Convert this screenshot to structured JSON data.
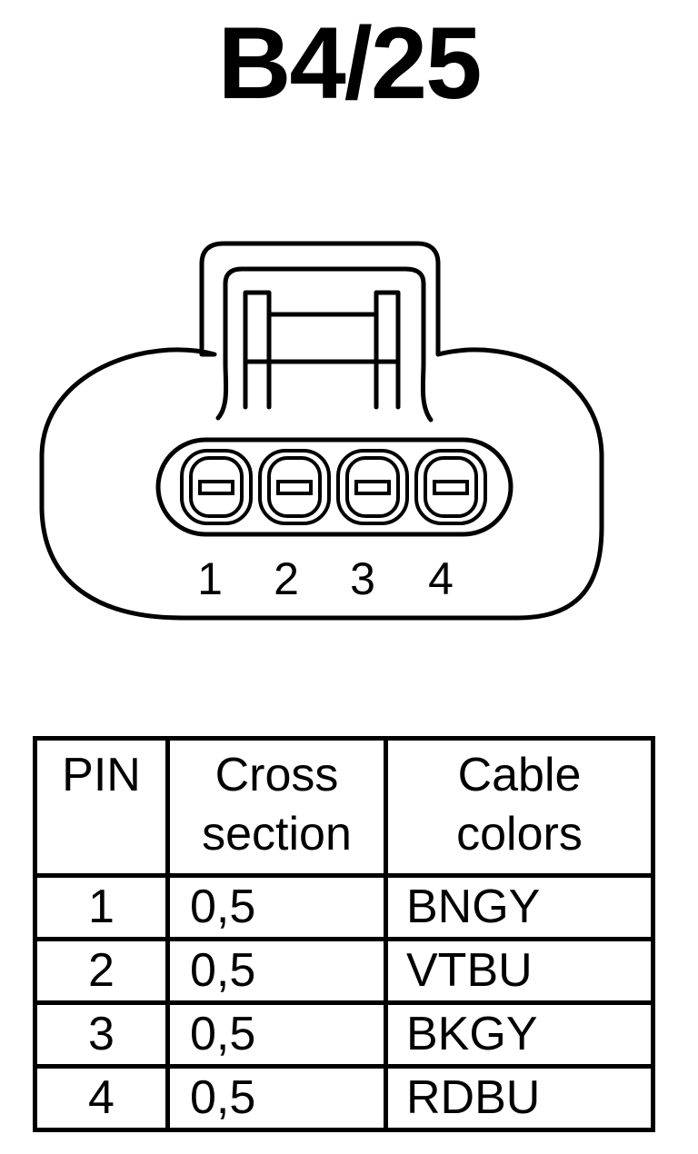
{
  "title": "B4/25",
  "connector": {
    "pins": [
      "1",
      "2",
      "3",
      "4"
    ]
  },
  "table": {
    "headers": {
      "pin": "PIN",
      "cross_section": [
        "Cross",
        "section"
      ],
      "cable_colors": [
        "Cable",
        "colors"
      ]
    },
    "rows": [
      {
        "pin": "1",
        "cross_section": "0,5",
        "cable_color": "BNGY"
      },
      {
        "pin": "2",
        "cross_section": "0,5",
        "cable_color": "VTBU"
      },
      {
        "pin": "3",
        "cross_section": "0,5",
        "cable_color": "BKGY"
      },
      {
        "pin": "4",
        "cross_section": "0,5",
        "cable_color": "RDBU"
      }
    ]
  }
}
